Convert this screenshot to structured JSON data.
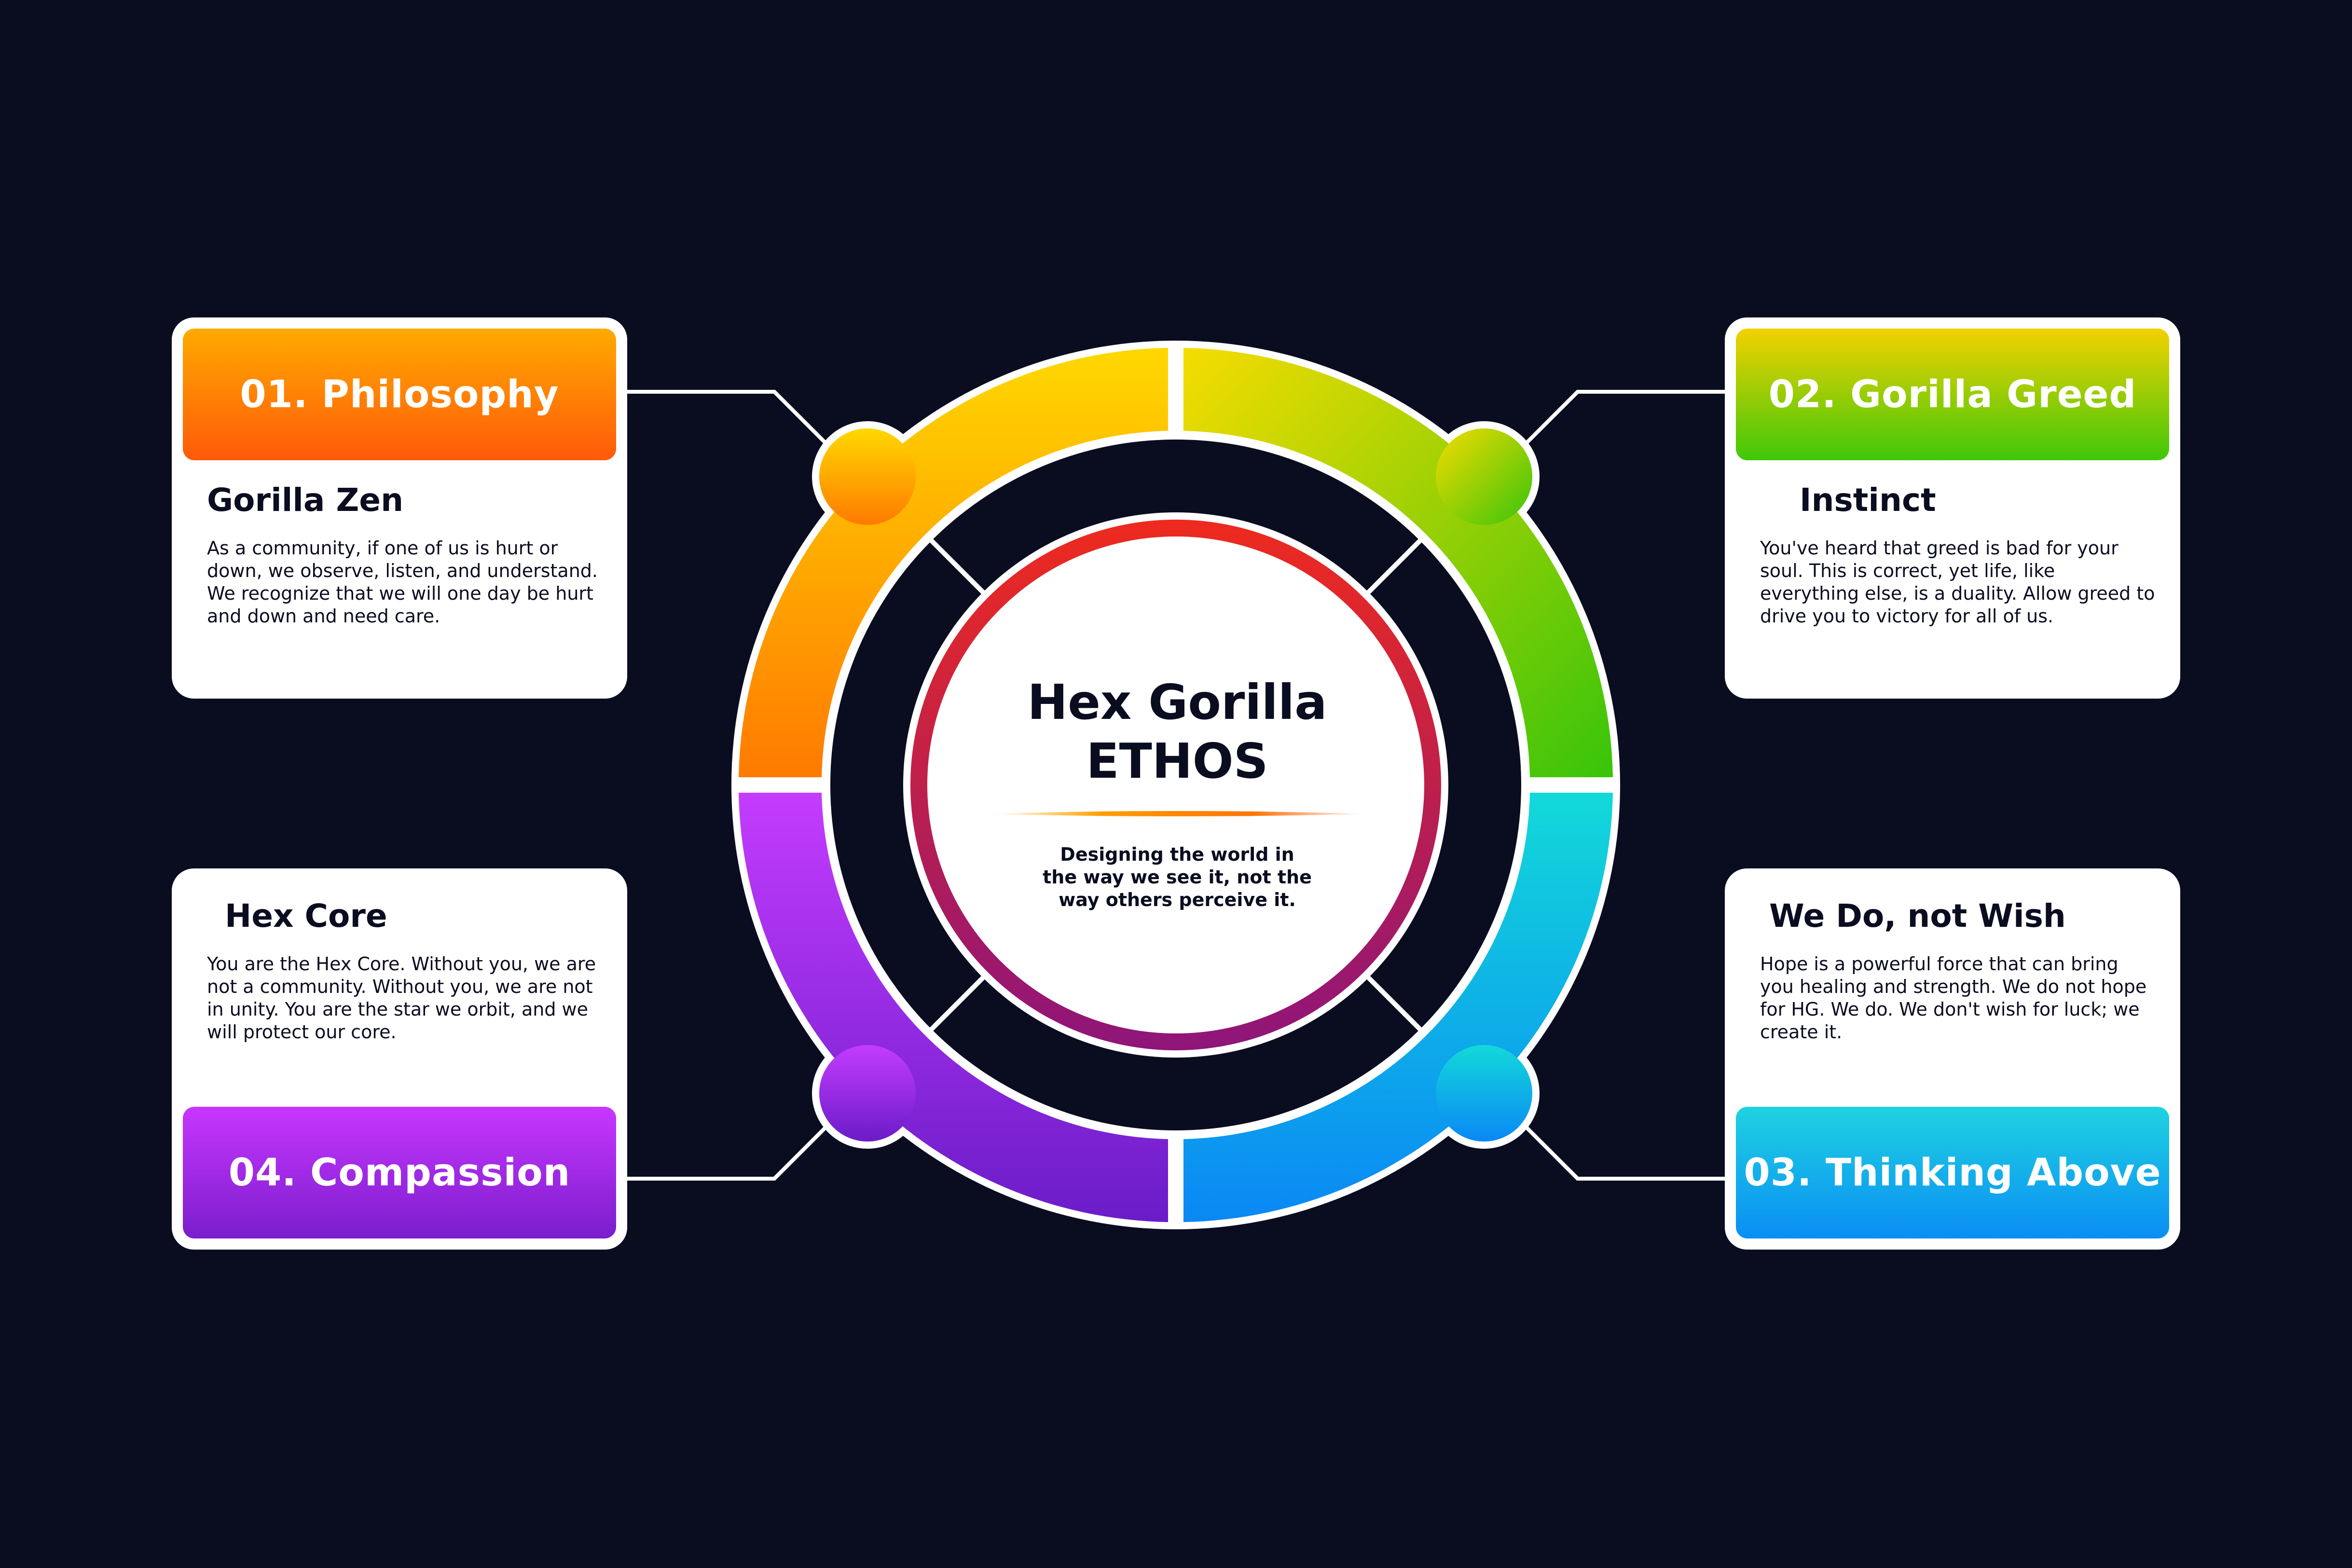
{
  "center": {
    "title_line1": "Hex Gorilla",
    "title_line2": "ETHOS",
    "subtitle": "Designing the world in the way we see it, not the way others perceive it."
  },
  "cards": [
    {
      "banner": "01. Philosophy",
      "title": "Gorilla Zen",
      "body": "As a community, if one of us is hurt or down, we observe, listen, and understand. We recognize that we will one day be hurt and down and need care.",
      "gradient": [
        "#ffaa00",
        "#ff5a0a"
      ]
    },
    {
      "banner": "02. Gorilla Greed",
      "title": "Instinct",
      "body": "You've heard that greed is bad for your soul. This is correct, yet life, like everything else, is a duality. Allow greed to drive you to victory for all of us.",
      "gradient": [
        "#f3d100",
        "#3fc80a"
      ]
    },
    {
      "banner": "03. Thinking Above",
      "title": "We Do, not Wish",
      "body": "Hope is a powerful force that can bring you healing and strength. We do not hope for HG. We do. We don't wish for luck; we create it.",
      "gradient": [
        "#1fd2e0",
        "#0a8ef5"
      ]
    },
    {
      "banner": "04. Compassion",
      "title": "Hex Core",
      "body": "You are the Hex Core. Without you, we are not a community. Without you, we are not in unity. You are the star we orbit, and we will protect our core.",
      "gradient": [
        "#c836ff",
        "#7a1ecc"
      ]
    }
  ],
  "colors": {
    "background": "#0a0d20",
    "inner_ring_top": "#ee2a1e",
    "inner_ring_bottom": "#8e157a"
  }
}
